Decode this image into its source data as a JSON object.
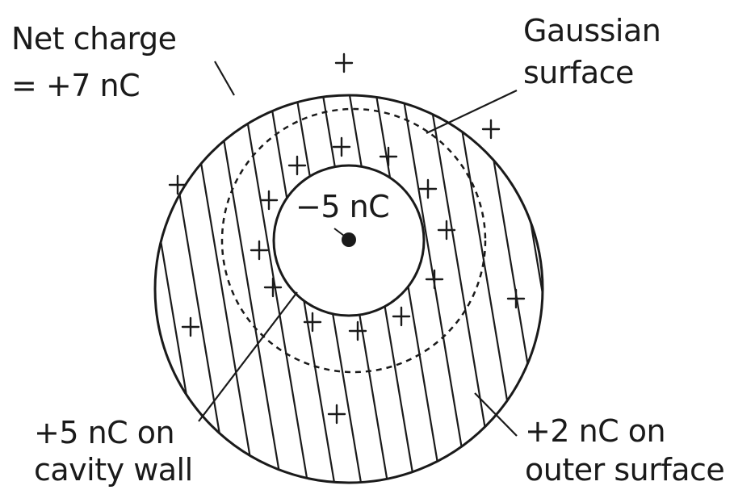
{
  "labels": {
    "net_charge_line1": "Net charge",
    "net_charge_line2": "= +7 nC",
    "gaussian_line1": "Gaussian",
    "gaussian_line2": "surface",
    "center_charge": "−5 nC",
    "cavity_line1": "+5 nC on",
    "cavity_line2": "cavity wall",
    "outer_line1": "+2 nC on",
    "outer_line2": "outer surface"
  },
  "symbols": {
    "plus": "+"
  },
  "colors": {
    "ink": "#1a1a1a",
    "background": "#ffffff"
  }
}
